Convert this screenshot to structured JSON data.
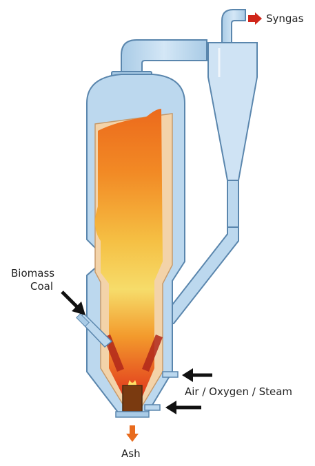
{
  "labels": {
    "syngas": "Syngas",
    "feed_line1": "Biomass",
    "feed_line2": "Coal",
    "air_inlet": "Air / Oxygen / Steam",
    "ash": "Ash"
  },
  "colors": {
    "vessel_fill": "#bcd8ee",
    "vessel_outline": "#5a86ad",
    "refractory": "#f3d3a9",
    "fire_top": "#ec6a1c",
    "fire_mid": "#f6dc6a",
    "fire_bottom": "#e0321c",
    "arrow_black": "#111111",
    "arrow_red": "#d0261a",
    "arrow_orange": "#e86b1e"
  }
}
